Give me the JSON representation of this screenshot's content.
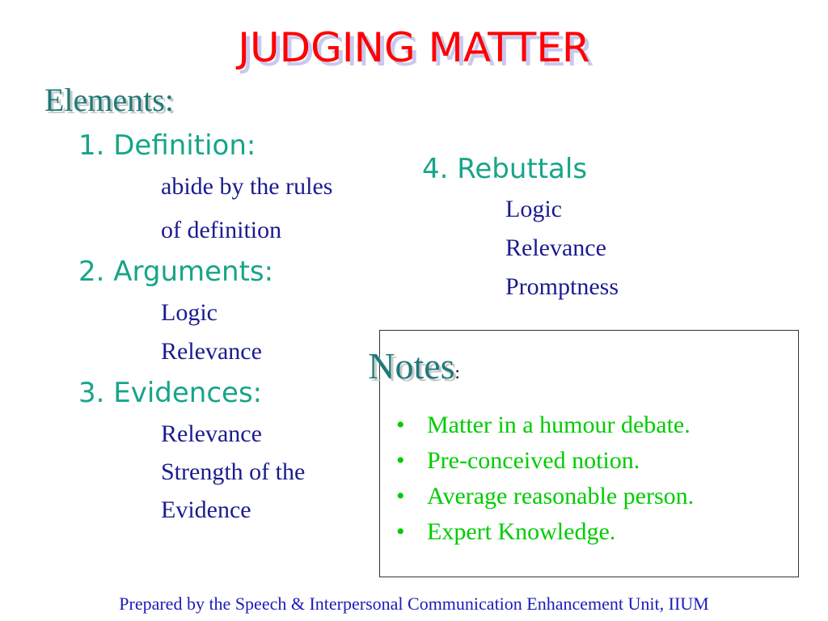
{
  "title": "JUDGING MATTER",
  "elements_label": "Elements:",
  "items": [
    {
      "heading": "1. Definition:",
      "details": [
        "abide by the rules",
        "of definition"
      ]
    },
    {
      "heading": "2. Arguments:",
      "details": [
        "Logic",
        "Relevance"
      ]
    },
    {
      "heading": "3. Evidences:",
      "details": [
        "Relevance",
        "Strength of the",
        "Evidence"
      ]
    },
    {
      "heading": "4. Rebuttals",
      "details": [
        "Logic",
        "Relevance",
        "Promptness"
      ]
    }
  ],
  "notes": {
    "title": "Notes",
    "colon": ":",
    "bullet": "•",
    "bullets": [
      "Matter in a humour debate.",
      "Pre-conceived notion.",
      "Average reasonable person.",
      "Expert Knowledge."
    ]
  },
  "footer": "Prepared by the Speech & Interpersonal Communication Enhancement Unit, IIUM",
  "colors": {
    "title": "#ff0000",
    "heading": "#17a589",
    "detail": "#1b1b8f",
    "notes_bullets": "#00cc00",
    "footer": "#1b1bbb"
  }
}
